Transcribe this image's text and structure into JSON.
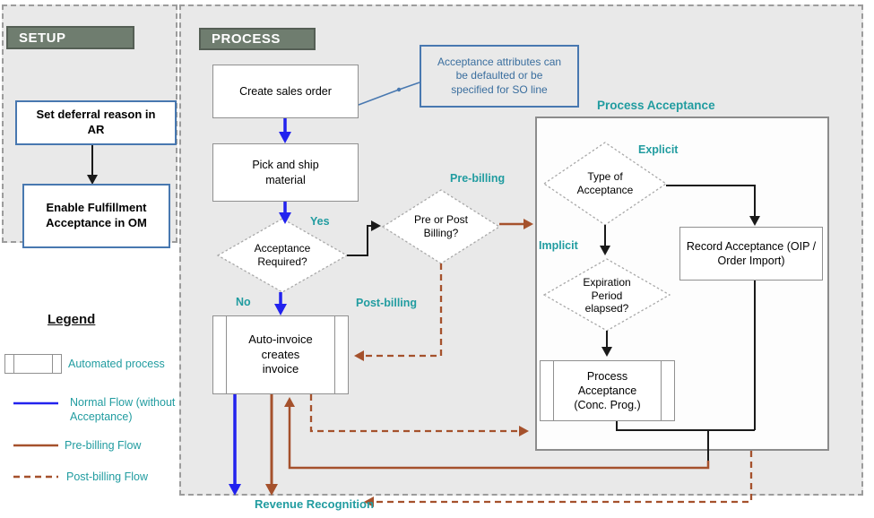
{
  "colors": {
    "panel_fill": "#E9E9E9",
    "header_bg": "#6F7D6F",
    "teal_label": "#219CA0",
    "steel_blue": "#4878B0",
    "normal_flow_blue": "#2222EE",
    "prebilling_brown": "#A5512C",
    "black_flow": "#1A1A1A"
  },
  "setup": {
    "header": "SETUP",
    "nodes": {
      "set_deferral": "Set deferral reason in AR",
      "enable_fulfillment": "Enable Fulfillment Acceptance in OM"
    }
  },
  "process": {
    "header": "PROCESS",
    "callout": "Acceptance attributes can be defaulted or be specified for SO line",
    "nodes": {
      "create_sales_order": "Create sales order",
      "pick_and_ship": "Pick and ship material",
      "acceptance_required": "Acceptance Required?",
      "pre_or_post": "Pre or Post Billing?",
      "auto_invoice": "Auto-invoice creates invoice"
    },
    "labels": {
      "yes": "Yes",
      "no": "No",
      "pre_billing": "Pre-billing",
      "post_billing": "Post-billing"
    },
    "acceptance_panel": {
      "title": "Process Acceptance",
      "labels": {
        "explicit": "Explicit",
        "implicit": "Implicit"
      },
      "nodes": {
        "type_of_acceptance": "Type of Acceptance",
        "expiration_period": "Expiration Period elapsed?",
        "record_acceptance": "Record Acceptance (OIP / Order Import)",
        "process_acceptance_cp": "Process Acceptance (Conc. Prog.)"
      }
    }
  },
  "footer": {
    "revenue_recognition": "Revenue Recognition"
  },
  "legend": {
    "title": "Legend",
    "automated": "Automated process",
    "normal": "Normal Flow (without Acceptance)",
    "pre": "Pre-billing Flow",
    "post": "Post-billing Flow"
  }
}
